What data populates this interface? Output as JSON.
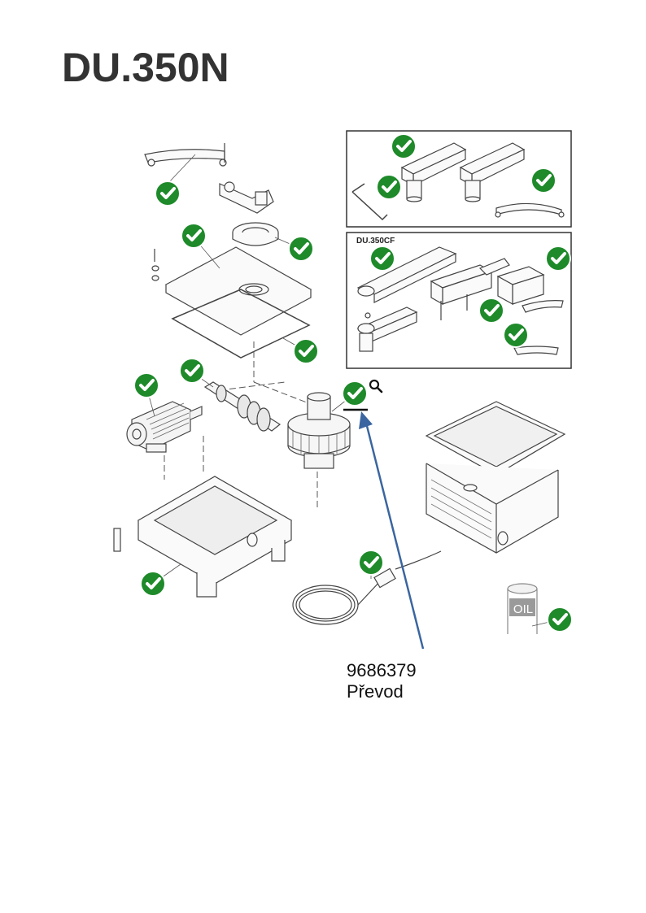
{
  "page": {
    "title": "DU.350N"
  },
  "inset": {
    "label": "DU.350CF"
  },
  "callout": {
    "part_number": "9686379",
    "part_name": "Převod"
  },
  "oil_label": "OIL",
  "colors": {
    "check": "#1e8a2a",
    "arrow": "#3a65a0",
    "line": "#444444"
  },
  "icons": {
    "check": "check-circle-icon",
    "zoom": "magnifier-icon"
  }
}
